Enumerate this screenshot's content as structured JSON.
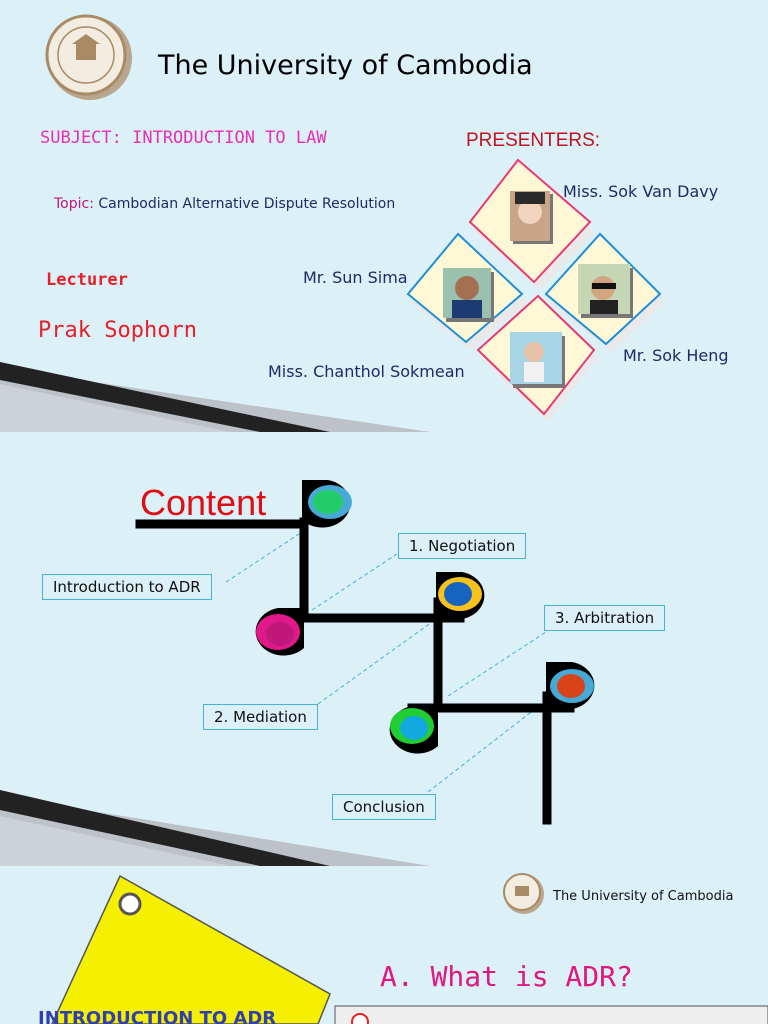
{
  "slide1": {
    "university_title": "The University of Cambodia",
    "subject": "SUBJECT: INTRODUCTION TO LAW",
    "presenters_heading": "PRESENTERS:",
    "topic_label": "Topic:",
    "topic_value": "Cambodian Alternative Dispute Resolution",
    "lecturer_label": "Lecturer",
    "lecturer_name": "Prak Sophorn",
    "presenters": [
      {
        "name": "Miss. Sok Van Davy"
      },
      {
        "name": "Mr. Sun Sima"
      },
      {
        "name": "Mr. Sok Heng"
      },
      {
        "name": "Miss. Chanthol Sokmean"
      }
    ]
  },
  "slide2": {
    "title": "Content",
    "items": [
      {
        "label": "Introduction to ADR"
      },
      {
        "label": "1. Negotiation"
      },
      {
        "label": "2. Mediation"
      },
      {
        "label": "3. Arbitration"
      },
      {
        "label": "Conclusion"
      }
    ],
    "colors": {
      "green": "#22cc66",
      "magenta": "#e0188a",
      "blue": "#1565c0",
      "cyan": "#12a8e0",
      "orange": "#d9431a",
      "yellow_ring": "#f6c21b"
    }
  },
  "slide3": {
    "header_title": "The University of Cambodia",
    "heading": "A. What is ADR?",
    "intro": "INTRODUCTION TO ADR"
  }
}
